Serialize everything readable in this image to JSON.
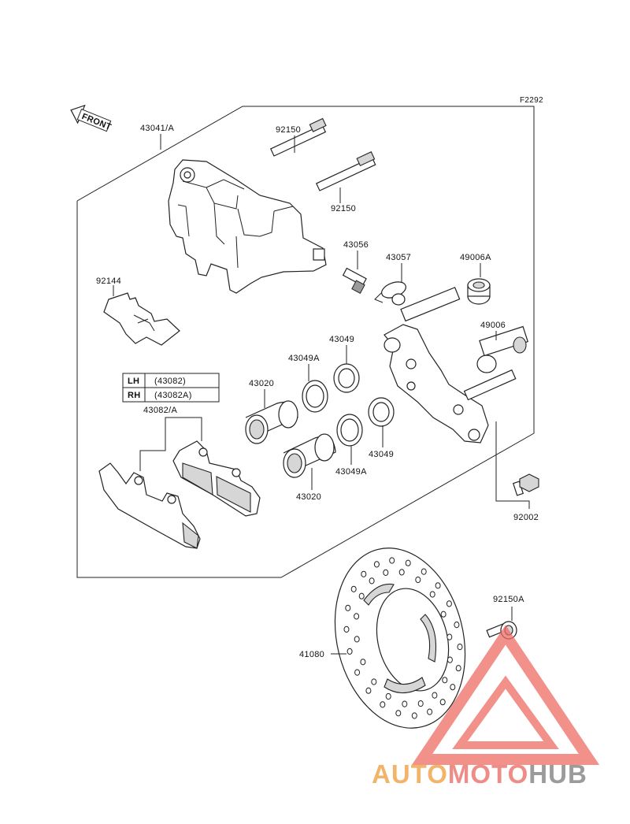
{
  "figure_id": "F2292",
  "front_marker": "FRONT",
  "parts": {
    "caliper_assy": "43041/A",
    "pin_top": "92150",
    "pin_bottom": "92150",
    "pad_spring": "92144",
    "bleeder": "43056",
    "bleeder_cap": "43057",
    "bushing_a": "49006A",
    "bushing": "49006",
    "seal_upper": "43049",
    "seal_upper_a": "43049A",
    "piston_upper": "43020",
    "seal_lower": "43049",
    "seal_lower_a": "43049A",
    "piston_lower": "43020",
    "pad_assy": "43082/A",
    "bolt": "92002",
    "disc_bolt": "92150A",
    "disc": "41080"
  },
  "side_table": {
    "rows": [
      {
        "side": "LH",
        "part": "(43082)"
      },
      {
        "side": "RH",
        "part": "(43082A)"
      }
    ]
  },
  "watermark": {
    "part1": "AUTO",
    "part2": "MOTO",
    "part3": "HUB",
    "colors": {
      "part1": "#f2b46a",
      "part2": "#ee8c87",
      "part3": "#9b9b9b",
      "triangle": "#ee6b64"
    }
  }
}
